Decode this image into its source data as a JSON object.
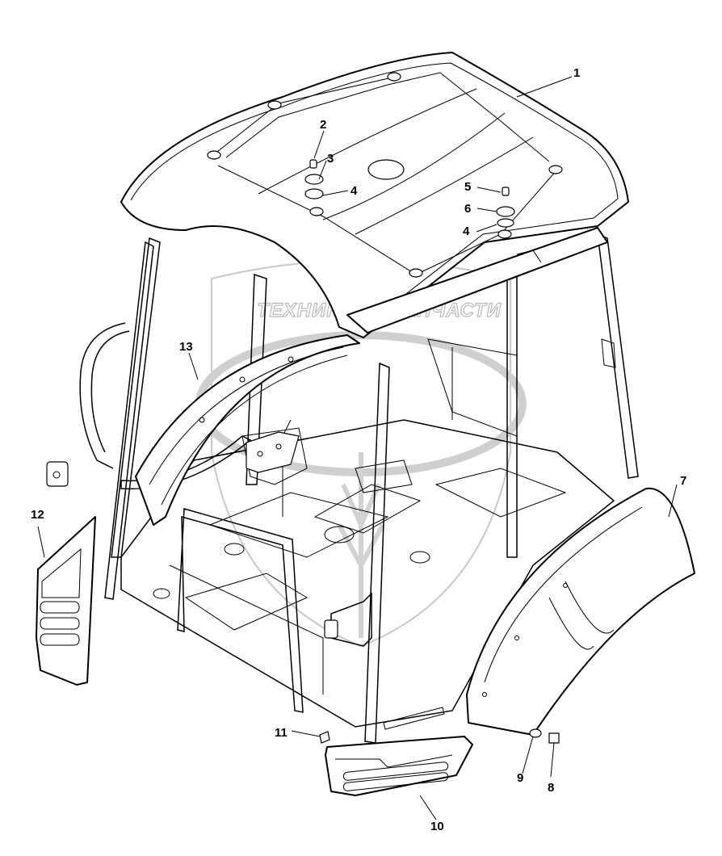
{
  "watermark": {
    "text_left": "ТЕХНИКА",
    "text_right": "ЗАПЧАСТИ"
  },
  "callouts": [
    {
      "id": "1",
      "label": "1"
    },
    {
      "id": "2",
      "label": "2"
    },
    {
      "id": "3",
      "label": "3"
    },
    {
      "id": "4a",
      "label": "4"
    },
    {
      "id": "5",
      "label": "5"
    },
    {
      "id": "6",
      "label": "6"
    },
    {
      "id": "4b",
      "label": "4"
    },
    {
      "id": "7",
      "label": "7"
    },
    {
      "id": "8",
      "label": "8"
    },
    {
      "id": "9",
      "label": "9"
    },
    {
      "id": "10",
      "label": "10"
    },
    {
      "id": "11",
      "label": "11"
    },
    {
      "id": "12",
      "label": "12"
    },
    {
      "id": "13",
      "label": "13"
    }
  ]
}
